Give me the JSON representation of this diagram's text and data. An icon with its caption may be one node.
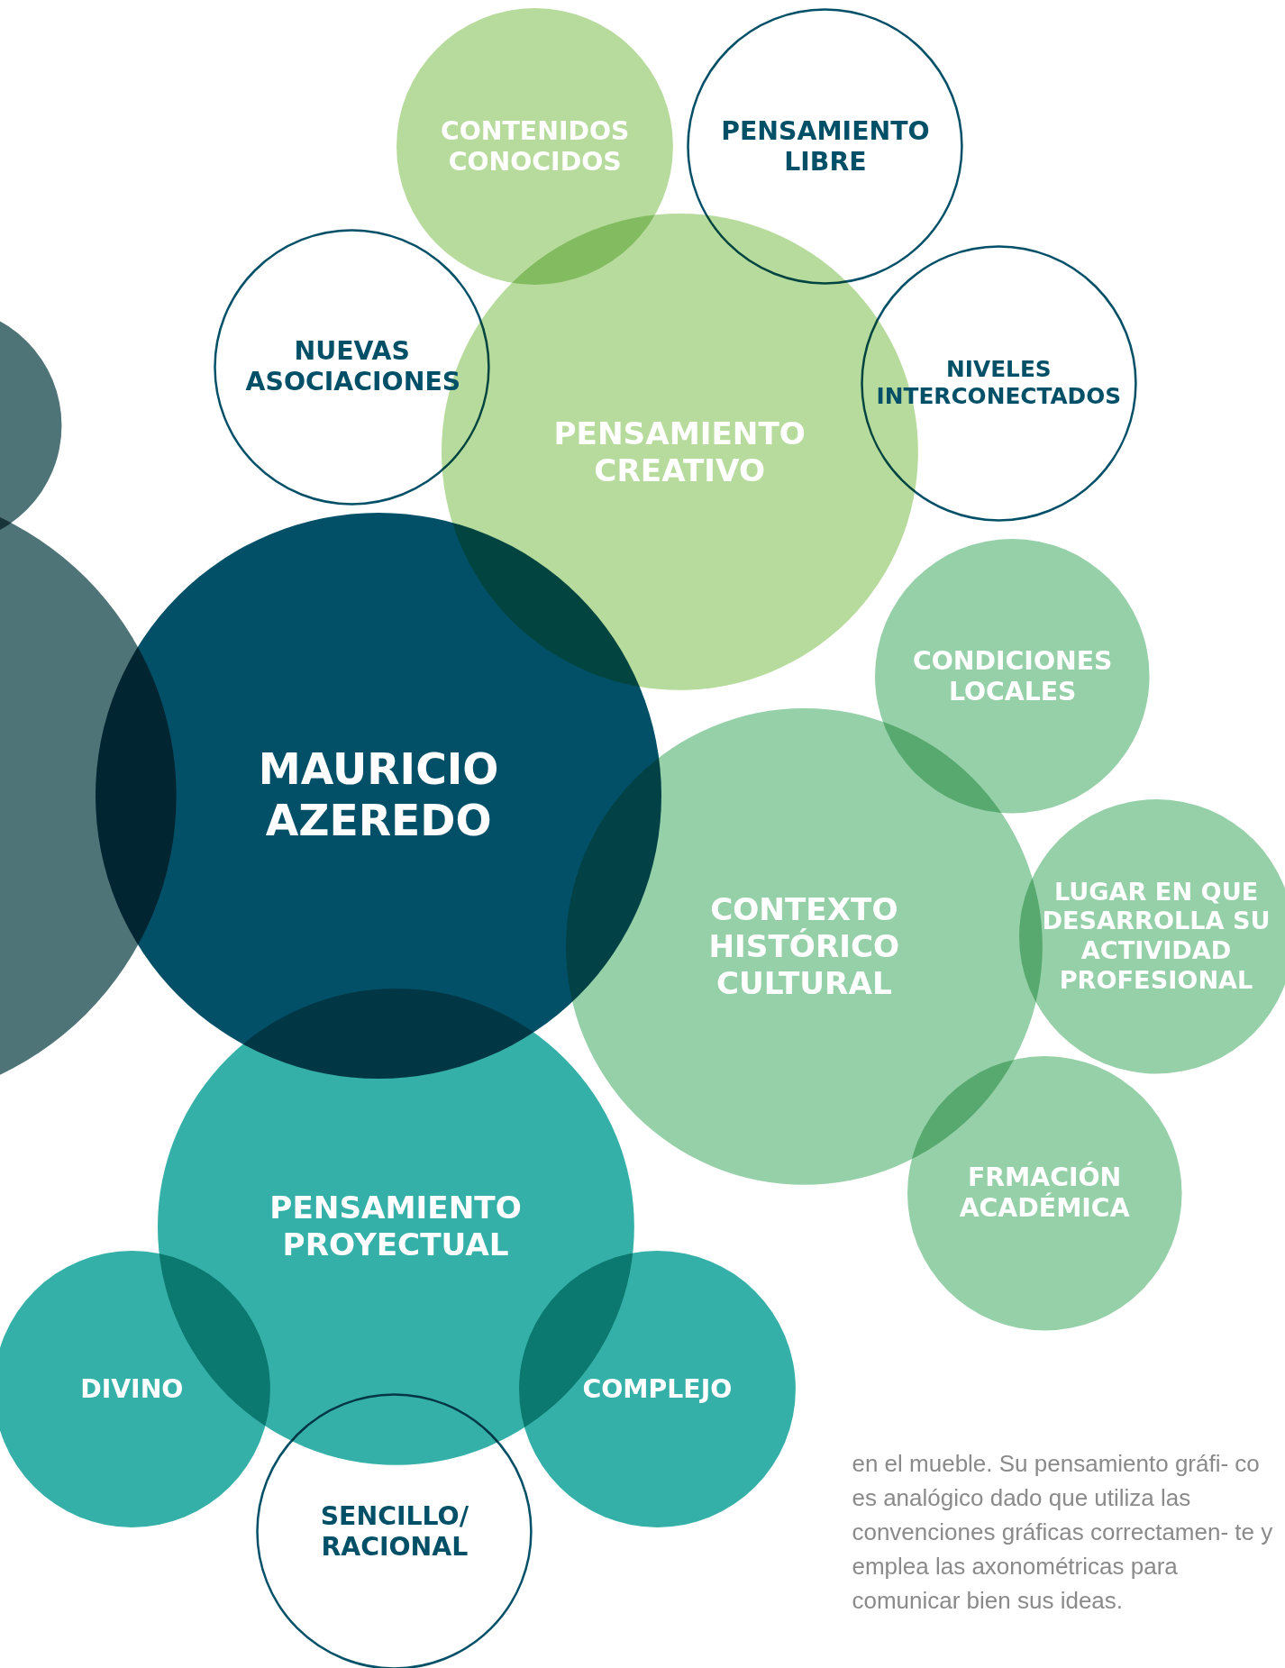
{
  "diagram": {
    "nodes": [
      {
        "text": [
          "CONTENIDOS CONOCIDOS"
        ]
      },
      {
        "text": [
          "PENSAMIENTO LIBRE"
        ]
      },
      {
        "text": [
          "NUEVAS ASOCIACIONES"
        ]
      },
      {
        "text": [
          "NIVELES INTERCONECTADOS"
        ]
      },
      {
        "text": [
          "PENSAMIENTO CREATIVO"
        ]
      },
      {
        "text": [],
        "shape": "circle"
      },
      {
        "text": [],
        "shape": "circle"
      },
      {
        "text": [
          "MAURICIO AZEREDO"
        ]
      },
      {
        "text": [
          "CONDICIONES LOCALES"
        ]
      },
      {
        "text": [
          "LUGAR EN QUE DESARROLLA SU ACTIVIDAD PROFESIONAL"
        ]
      },
      {
        "text": [
          "CONTEXTO HISTÓRICO CULTURAL"
        ]
      },
      {
        "text": [
          "FRMACIÓN ACADÉMICA"
        ]
      },
      {
        "text": [
          "PENSAMIENTO PROYECTUAL"
        ]
      },
      {
        "text": [
          "DIVINO"
        ]
      },
      {
        "text": [
          "COMPLEJO"
        ]
      },
      {
        "text": [
          "SENCILLO/ RACIONAL"
        ]
      }
    ],
    "edges": [],
    "labels": [
      "en el mueble. Su pensamiento gráfi- co es analógico dado que utiliza las convenciones gráficas correctamen- te y emplea las axonométricas para comunicar bien sus ideas."
    ]
  }
}
